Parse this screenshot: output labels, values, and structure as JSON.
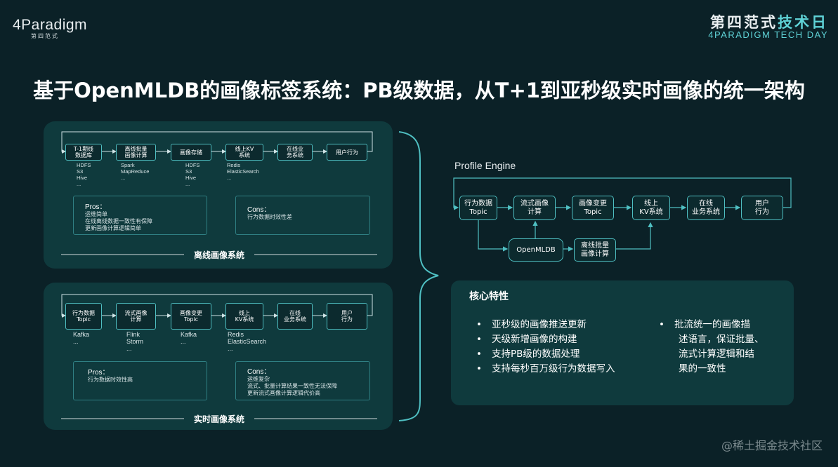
{
  "header": {
    "logo_text": "4Paradigm",
    "logo_sub": "第四范式",
    "brand_cn_main": "第四范式",
    "brand_cn_accent": "技术日",
    "brand_en": "4PARADIGM TECH DAY",
    "title": "基于OpenMLDB的画像标签系统：PB级数据，从T+1到亚秒级实时画像的统一架构"
  },
  "offline": {
    "label": "离线画像系统",
    "boxes": [
      "T-1期线\n数据库",
      "离线批量\n画像计算",
      "画像存储",
      "线上KV\n系统",
      "在线业\n务系统",
      "用户行为"
    ],
    "techs": [
      [
        "HDFS",
        "S3",
        "Hive",
        "..."
      ],
      [
        "Spark",
        "MapReduce",
        "..."
      ],
      [
        "HDFS",
        "S3",
        "Hive",
        "..."
      ],
      [
        "Redis",
        "ElasticSearch",
        "..."
      ]
    ],
    "pros_title": "Pros：",
    "pros_lines": [
      "运维简单",
      "在线离线数据一致性有保障",
      "更新画像计算逻辑简单"
    ],
    "cons_title": "Cons：",
    "cons_lines": [
      "行为数据时效性差"
    ]
  },
  "realtime": {
    "label": "实时画像系统",
    "boxes": [
      "行为数据\nTopic",
      "流式画像\n计算",
      "画像变更\nTopic",
      "线上\nKV系统",
      "在线\n业务系统",
      "用户\n行为"
    ],
    "techs": [
      [
        "Kafka",
        "..."
      ],
      [
        "Flink",
        "Storm",
        "..."
      ],
      [
        "Kafka",
        "..."
      ],
      [
        "Redis",
        "ElasticSearch",
        "..."
      ]
    ],
    "pros_title": "Pros：",
    "pros_lines": [
      "行为数据时效性高"
    ],
    "cons_title": "Cons：",
    "cons_lines": [
      "运维复杂",
      "流式、批量计算结果一致性无法保障",
      "更新流式画像计算逻辑代价高"
    ]
  },
  "profile_engine": {
    "label": "Profile Engine",
    "boxes": [
      "行为数据\nTopic",
      "流式画像\n计算",
      "画像变更\nTopic",
      "线上\nKV系统",
      "在线\n业务系统",
      "用户\n行为"
    ],
    "openmldb": "OpenMLDB",
    "batch": "离线批量\n画像计算"
  },
  "features": {
    "title": "核心特性",
    "left_items": [
      "亚秒级的画像推送更新",
      "天级新增画像的构建",
      "支持PB级的数据处理",
      "支持每秒百万级行为数据写入"
    ],
    "right_item_lines": [
      "批流统一的画像描",
      "述语言，保证批量、",
      "流式计算逻辑和结",
      "果的一致性"
    ],
    "bullet": "•"
  },
  "watermark": "@稀土掘金技术社区",
  "colors": {
    "background": "#0b2127",
    "panel": "#0f3a3d",
    "accent": "#4fbfc2"
  }
}
